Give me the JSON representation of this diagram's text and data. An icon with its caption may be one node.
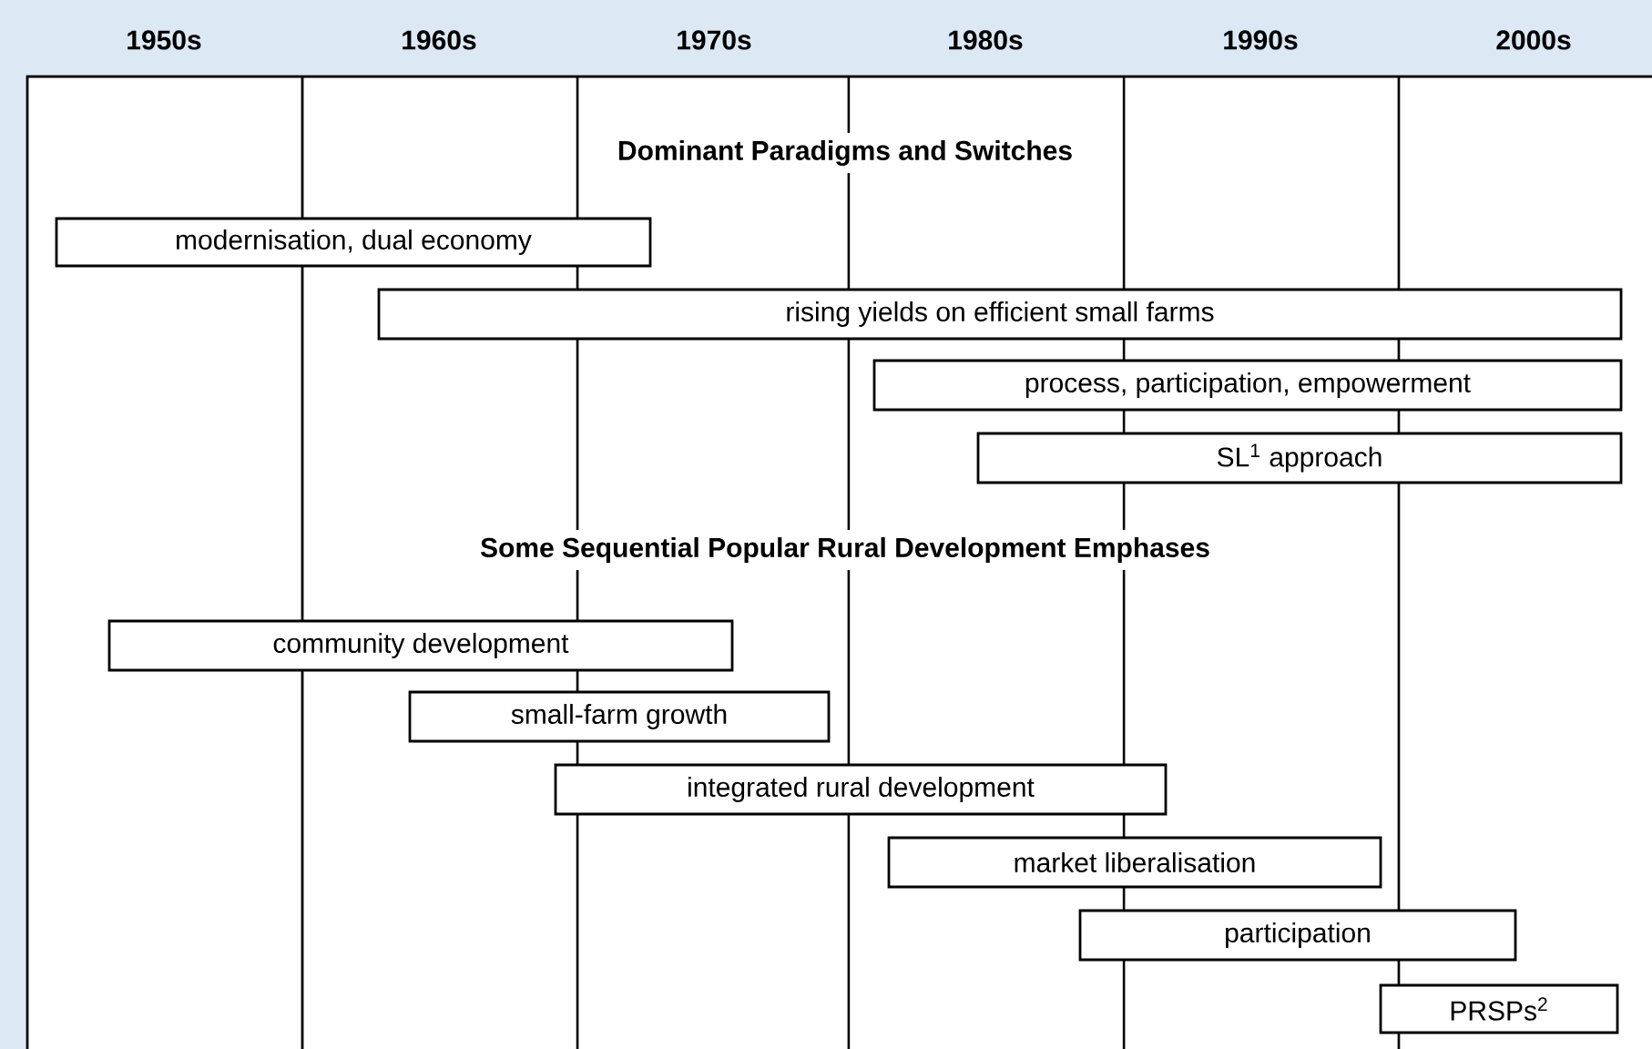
{
  "diagram": {
    "nodes": [
      {
        "text": [
          "modernisation, dual economy"
        ]
      },
      {
        "text": [
          "rising yields on efficient small farms"
        ]
      },
      {
        "text": [
          "process, participation, empowerment"
        ]
      },
      {
        "text": [
          "SL$^{1}$ approach"
        ]
      },
      {
        "text": [
          "community development"
        ]
      },
      {
        "text": [
          "small-farm growth"
        ]
      },
      {
        "text": [
          "integrated rural development"
        ]
      },
      {
        "text": [
          "market liberalisation"
        ]
      },
      {
        "text": [
          "participation"
        ]
      },
      {
        "text": [
          "PRSPs$^{2}$"
        ]
      }
    ],
    "labels": [
      "1950s",
      "1960s",
      "1970s",
      "1980s",
      "1990s",
      "2000s",
      "Dominant Paradigms and Switches",
      "Some Sequential Popular Rural Development Emphases"
    ]
  }
}
